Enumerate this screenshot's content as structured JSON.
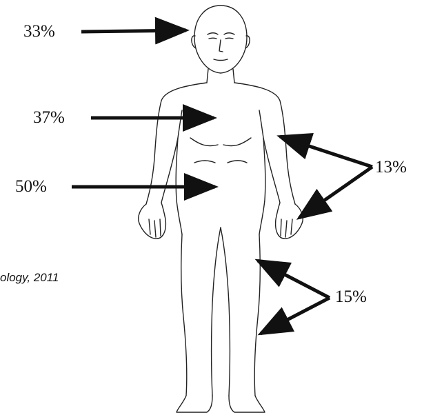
{
  "labels": {
    "head": "33%",
    "chest": "37%",
    "abdomen": "50%",
    "arms": "13%",
    "legs": "15%"
  },
  "source_fragment": "ology, 2011",
  "colors": {
    "line": "#111111",
    "background": "#ffffff"
  }
}
